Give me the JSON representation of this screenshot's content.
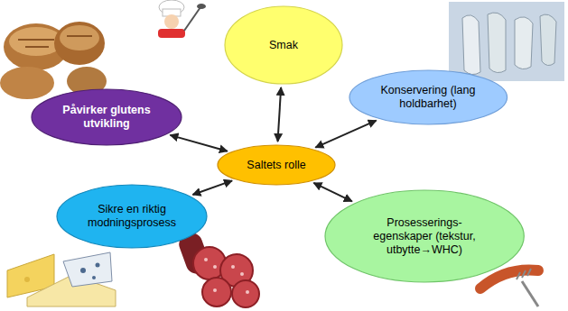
{
  "diagram": {
    "nodes": [
      {
        "text": [
          "Saltets rolle"
        ]
      },
      {
        "text": [
          "Smak"
        ]
      },
      {
        "text": [
          "Konservering (lang holdbarhet)"
        ]
      },
      {
        "text": [
          "Prosesserings- egenskaper (tekstur, utbytte→WHC)"
        ]
      },
      {
        "text": [
          "Sikre en riktig modningsprosess"
        ]
      },
      {
        "text": [
          "Påvirker glutens utvikling"
        ]
      }
    ],
    "edges": [
      {
        "from": 0,
        "to": 1,
        "arrow": "both"
      },
      {
        "from": 0,
        "to": 2,
        "arrow": "both"
      },
      {
        "from": 0,
        "to": 3,
        "arrow": "both"
      },
      {
        "from": 0,
        "to": 4,
        "arrow": "both"
      },
      {
        "from": 0,
        "to": 5,
        "arrow": "both"
      }
    ]
  }
}
